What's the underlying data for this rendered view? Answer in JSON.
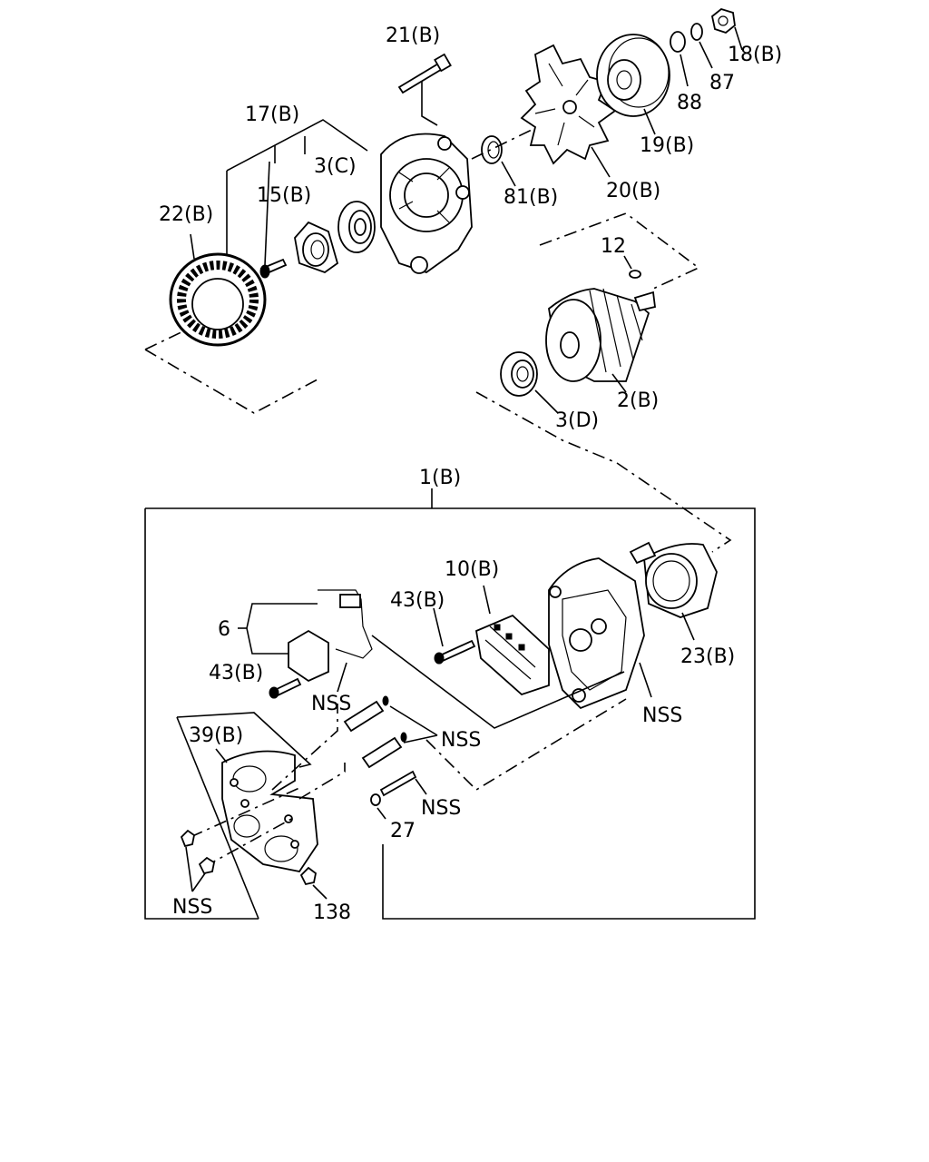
{
  "labels": {
    "l21": "21(B)",
    "l17": "17(B)",
    "l3c": "3(C)",
    "l15": "15(B)",
    "l22": "22(B)",
    "l81": "81(B)",
    "l20": "20(B)",
    "l19": "19(B)",
    "l88": "88",
    "l87": "87",
    "l18": "18(B)",
    "l12": "12",
    "l2": "2(B)",
    "l3d": "3(D)",
    "l1": "1(B)",
    "l10": "10(B)",
    "l43a": "43(B)",
    "l6": "6",
    "l43b": "43(B)",
    "l23": "23(B)",
    "lnss1": "NSS",
    "lnss2": "NSS",
    "lnss3": "NSS",
    "l39": "39(B)",
    "lnss4": "NSS",
    "l27": "27",
    "lnss5": "NSS",
    "l138": "138"
  }
}
